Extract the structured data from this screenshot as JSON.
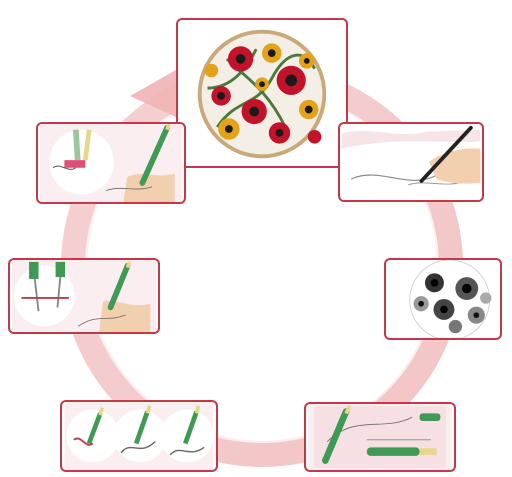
{
  "diagram": {
    "center_text": "",
    "steps": [
      {
        "id": "finished-pattern",
        "icon": "embroidery-hoop-flowers-icon"
      },
      {
        "id": "draw-pattern",
        "icon": "pen-drawing-icon"
      },
      {
        "id": "shade-pattern",
        "icon": "shaded-pattern-icon"
      },
      {
        "id": "thread-needle",
        "icon": "punch-needle-threading-icon"
      },
      {
        "id": "punch-sequence",
        "icon": "punch-steps-icon"
      },
      {
        "id": "punch-fabric",
        "icon": "punch-needle-hand-icon"
      },
      {
        "id": "loop-detail",
        "icon": "loop-detail-icon"
      }
    ],
    "colors": {
      "ring": "#f2c6c6",
      "ring_arrow": "#efb3b5",
      "card_border": "#c23a4a",
      "card_fill": "#f7e4e7",
      "flower_red": "#c2132a",
      "flower_yellow": "#e3a21a",
      "stem_green": "#4a7a3a",
      "needle_green": "#3f9a55"
    }
  }
}
